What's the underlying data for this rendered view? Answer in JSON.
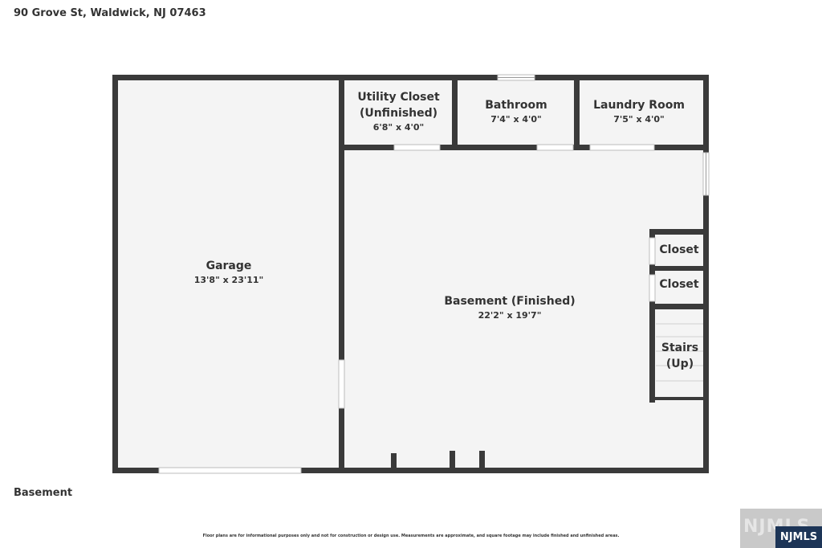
{
  "header": {
    "address": "90 Grove St, Waldwick, NJ 07463"
  },
  "level": {
    "name": "Basement"
  },
  "rooms": {
    "garage": {
      "name": "Garage",
      "dims": "13'8\" x 23'11\""
    },
    "utility_closet": {
      "name_line1": "Utility Closet",
      "name_line2": "(Unfinished)",
      "dims": "6'8\" x 4'0\""
    },
    "bathroom": {
      "name": "Bathroom",
      "dims": "7'4\" x 4'0\""
    },
    "laundry_room": {
      "name": "Laundry Room",
      "dims": "7'5\" x 4'0\""
    },
    "basement": {
      "name": "Basement (Finished)",
      "dims": "22'2\" x 19'7\""
    },
    "closet_1": {
      "name": "Closet"
    },
    "closet_2": {
      "name": "Closet"
    },
    "stairs": {
      "name_line1": "Stairs",
      "name_line2": "(Up)"
    }
  },
  "footer": {
    "disclaimer": "Floor plans are for informational purposes only and not for construction or design use. Measurements are approximate, and square footage may include finished and unfinished areas.",
    "logo_text": "NJMLS"
  },
  "colors": {
    "wall": "#3a3a3a",
    "floor": "#f4f4f4",
    "text": "#333333",
    "logo_badge": "#1d3557"
  }
}
